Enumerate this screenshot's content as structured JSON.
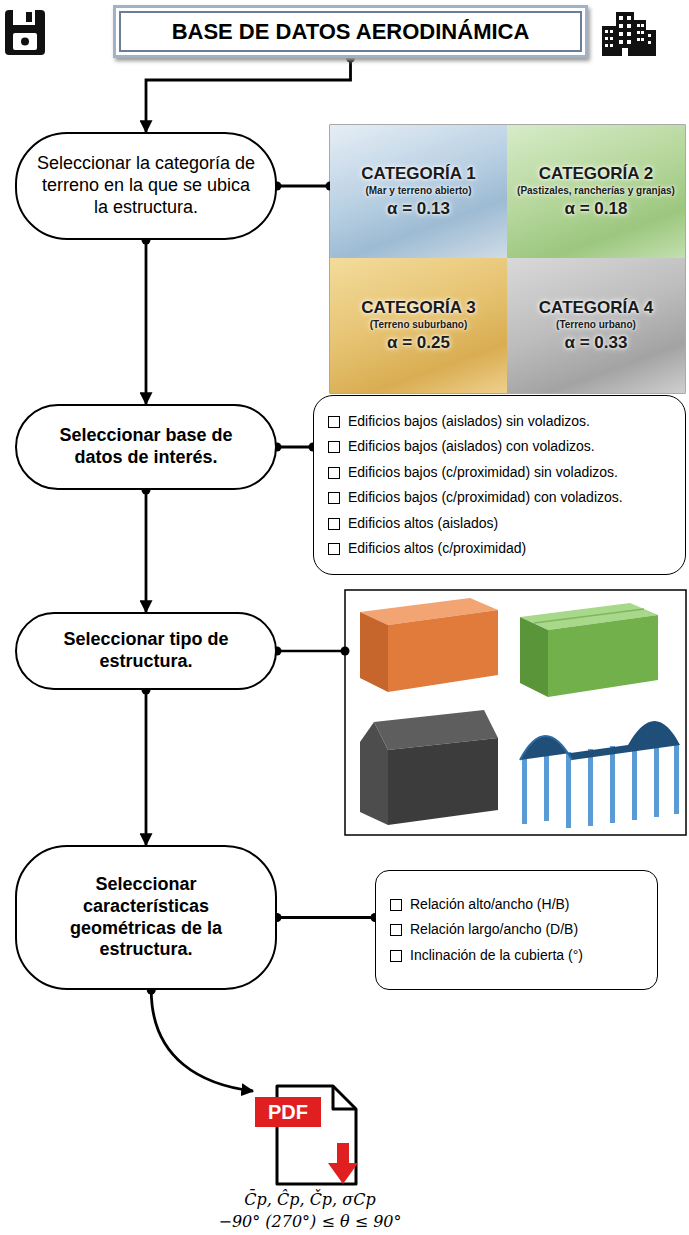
{
  "diagram": {
    "nodes": [
      {
        "text": [
          "BASE DE DATOS AERODINÁMICA"
        ]
      },
      {
        "text": [
          "Seleccionar la categoría de terreno en la que se ubica la estructura."
        ]
      },
      {
        "text": [
          "CATEGORÍA 1",
          "(Mar y terreno abierto)",
          "α = 0.13"
        ]
      },
      {
        "text": [
          "CATEGORÍA 2",
          "(Pastizales, rancherías y granjas)",
          "α = 0.18"
        ]
      },
      {
        "text": [
          "CATEGORÍA 3",
          "(Terreno suburbano)",
          "α = 0.25"
        ]
      },
      {
        "text": [
          "CATEGORÍA 4",
          "(Terreno urbano)",
          "α = 0.33"
        ]
      },
      {
        "text": [
          "Seleccionar base de datos de interés."
        ]
      },
      {
        "text": [
          "Edificios bajos (aislados) sin voladizos.",
          "Edificios bajos (aislados) con voladizos.",
          "Edificios bajos (c/proximidad) sin voladizos.",
          "Edificios bajos (c/proximidad) con voladizos.",
          "Edificios altos (aislados)",
          "Edificios altos (c/proximidad)"
        ]
      },
      {
        "text": [
          "Seleccionar tipo de estructura."
        ]
      },
      {
        "text": [
          "Seleccionar características geométricas de la estructura."
        ]
      },
      {
        "text": [
          "Relación alto/ancho (H/B)",
          "Relación largo/ancho (D/B)",
          "Inclinación de la cubierta (°)"
        ]
      },
      {
        "text": [
          "PDF"
        ]
      }
    ],
    "edges": [
      {
        "from": 0,
        "to": 1,
        "arrow": "to"
      },
      {
        "from": 1,
        "to": 2,
        "arrow": "none"
      },
      {
        "from": 1,
        "to": 6,
        "arrow": "to"
      },
      {
        "from": 6,
        "to": 7,
        "arrow": "none"
      },
      {
        "from": 6,
        "to": 8,
        "arrow": "to"
      },
      {
        "from": 8,
        "to": 9,
        "arrow": "to"
      },
      {
        "from": 9,
        "to": 10,
        "arrow": "none"
      },
      {
        "from": 9,
        "to": 11,
        "arrow": "to"
      }
    ],
    "labels": [
      "C̄p, Ĉp, Čp, σCp",
      "−90° (270°) ≤ θ ≤ 90°"
    ]
  }
}
